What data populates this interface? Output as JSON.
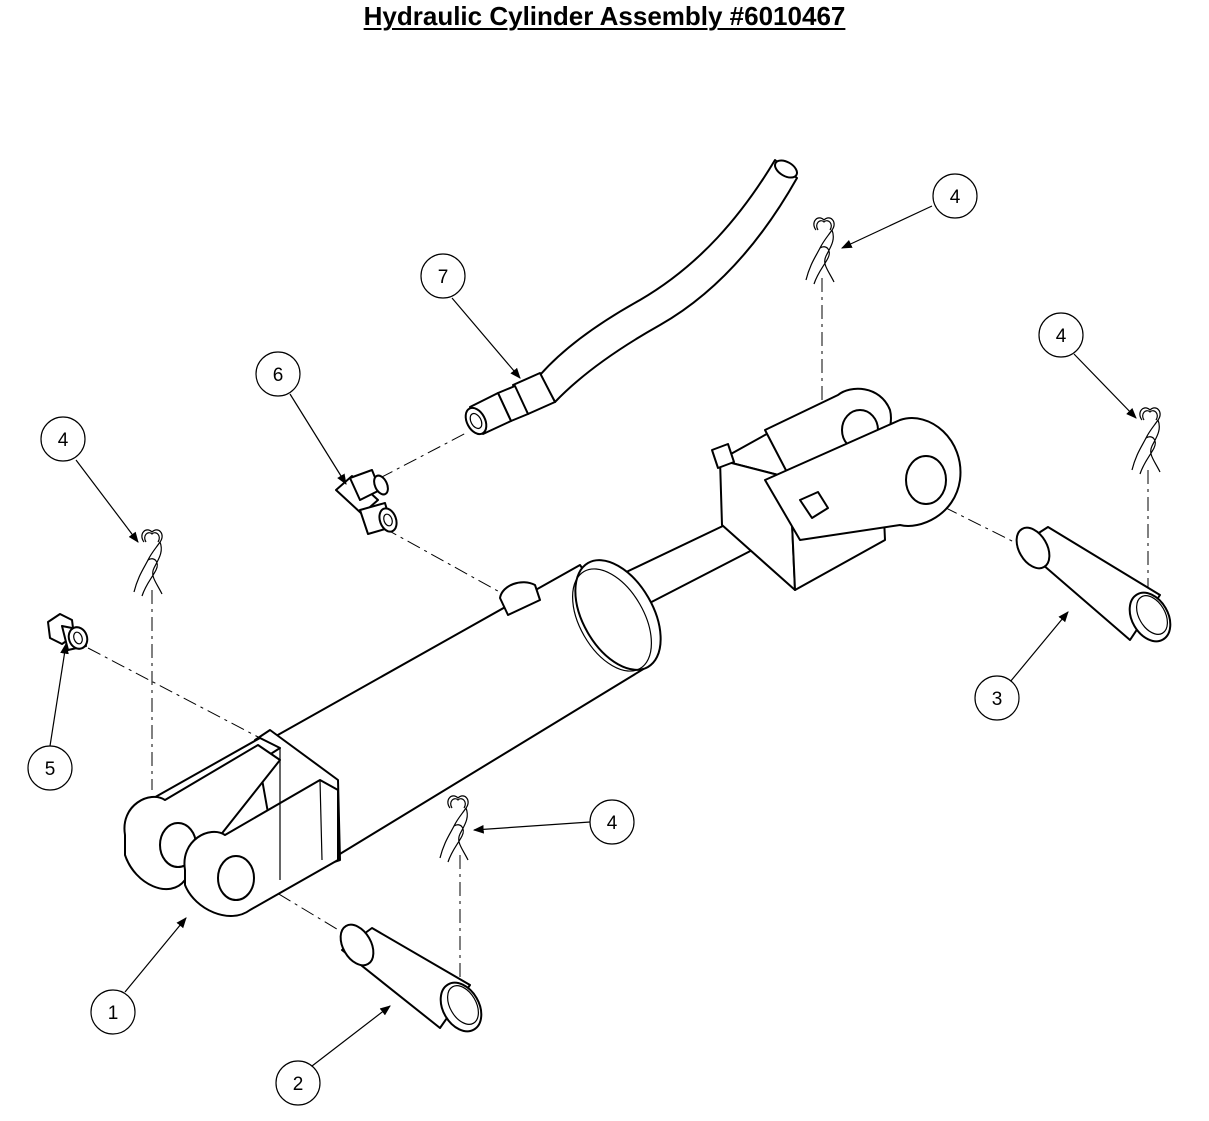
{
  "title": "Hydraulic Cylinder Assembly #6010467",
  "callouts": [
    {
      "label": "1",
      "part": "cylinder-body"
    },
    {
      "label": "2",
      "part": "clevis-pin-lower"
    },
    {
      "label": "3",
      "part": "clevis-pin-upper"
    },
    {
      "label": "4",
      "part": "hair-pin-clip"
    },
    {
      "label": "4",
      "part": "hair-pin-clip"
    },
    {
      "label": "4",
      "part": "hair-pin-clip"
    },
    {
      "label": "4",
      "part": "hair-pin-clip"
    },
    {
      "label": "5",
      "part": "breather-plug"
    },
    {
      "label": "6",
      "part": "elbow-fitting"
    },
    {
      "label": "7",
      "part": "hydraulic-hose"
    }
  ]
}
